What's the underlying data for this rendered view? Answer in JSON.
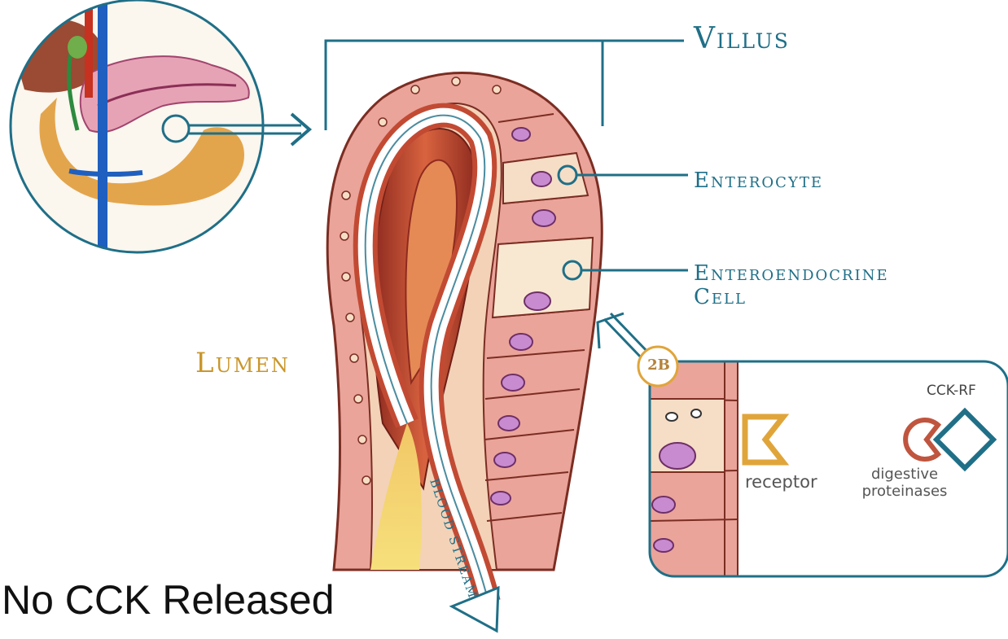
{
  "labels": {
    "villus": "Villus",
    "enterocyte": "Enterocyte",
    "enteroendocrine_line1": "Enteroendocrine",
    "enteroendocrine_line2": "Cell",
    "lumen": "Lumen",
    "blood_stream": "BLOOD STREAM"
  },
  "inset": {
    "badge": "2B",
    "ccrf": "CCK-RF",
    "receptor": "receptor",
    "proteinases_line1": "digestive",
    "proteinases_line2": "proteinases"
  },
  "caption": "No CCK Released",
  "colors": {
    "teal": "#1f6f87",
    "gold": "#c9962b",
    "tissue_pink": "#eaa49a",
    "muscle_red": "#b3412f",
    "nucleus": "#c98bd0"
  }
}
